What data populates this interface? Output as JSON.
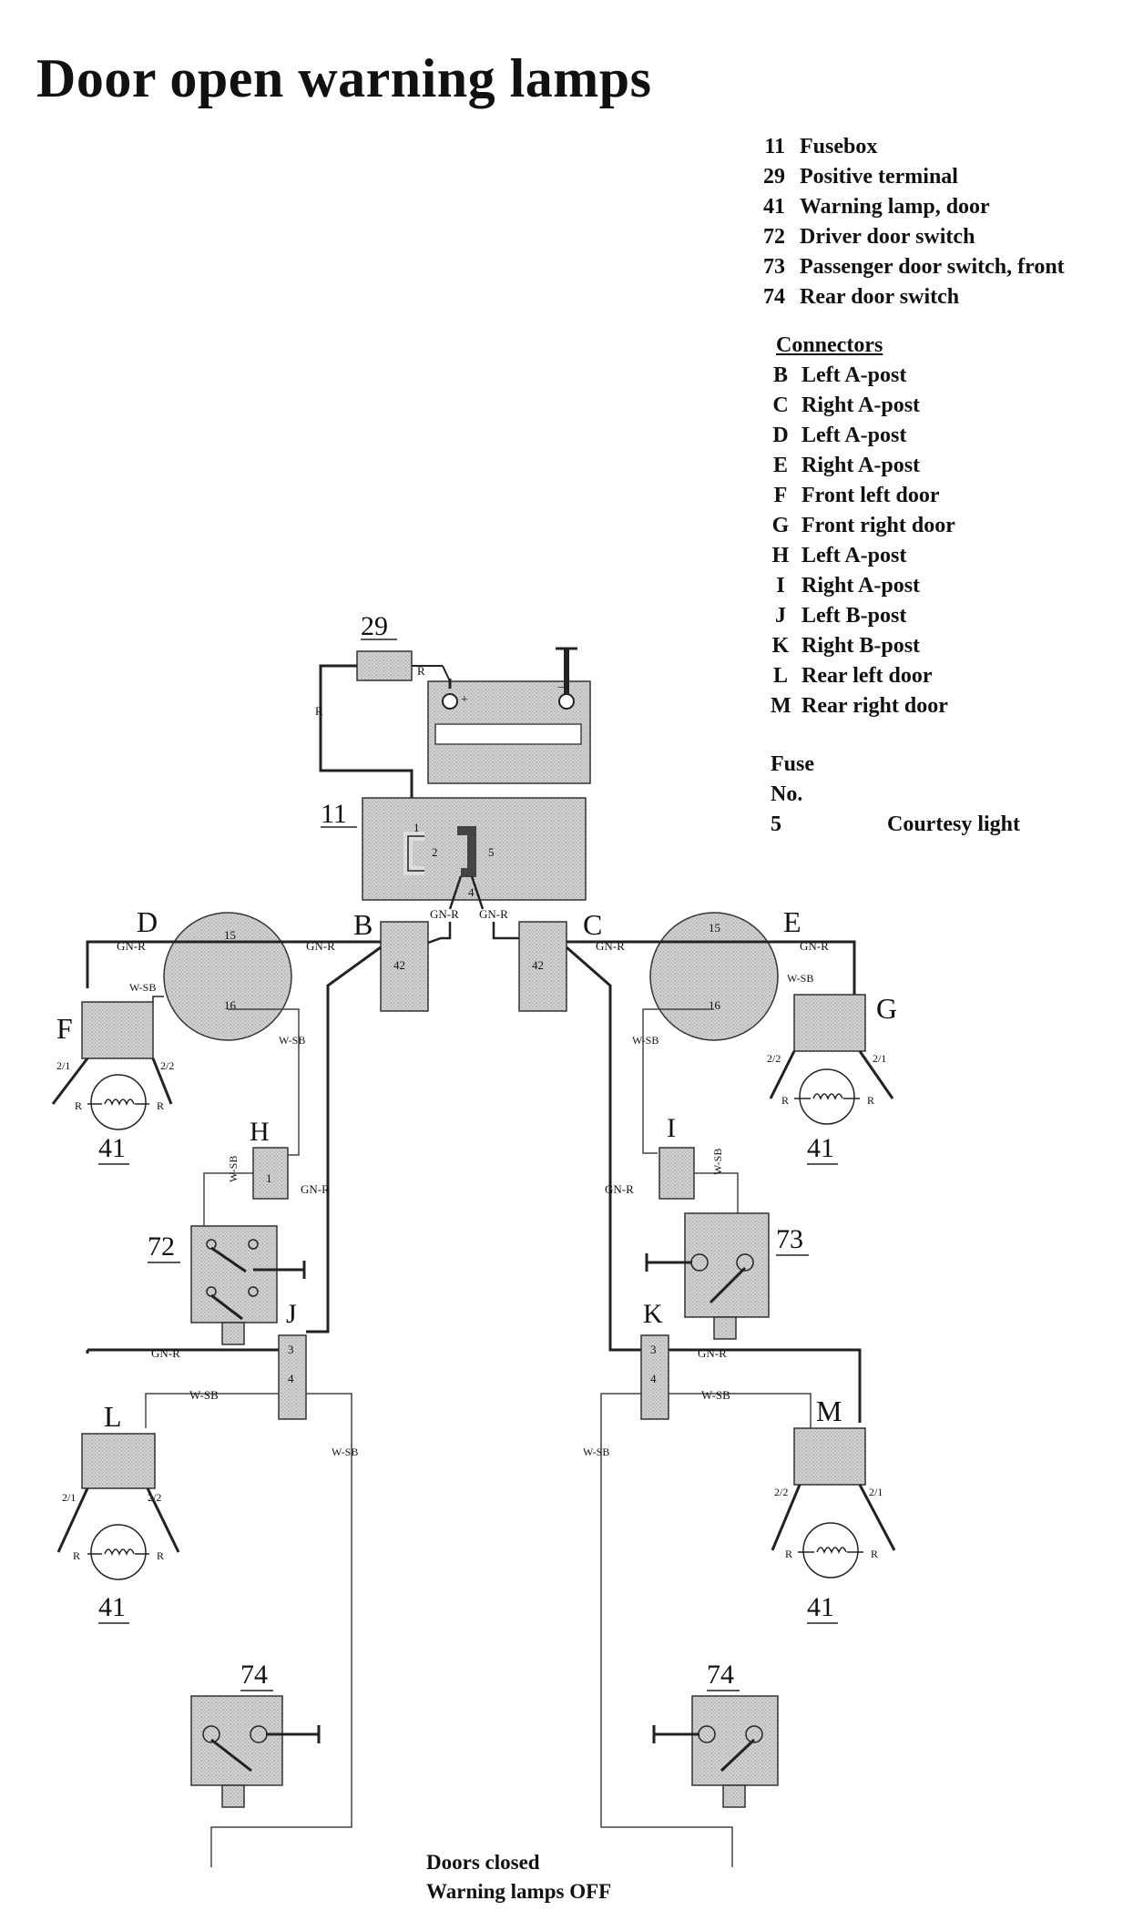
{
  "title": "Door open warning lamps",
  "legend": [
    {
      "num": "11",
      "label": "Fusebox"
    },
    {
      "num": "29",
      "label": "Positive terminal"
    },
    {
      "num": "41",
      "label": "Warning lamp, door"
    },
    {
      "num": "72",
      "label": "Driver door switch"
    },
    {
      "num": "73",
      "label": "Passenger door switch, front"
    },
    {
      "num": "74",
      "label": "Rear door switch"
    }
  ],
  "connectors_heading": "Connectors",
  "connectors": [
    {
      "id": "B",
      "label": "Left A-post"
    },
    {
      "id": "C",
      "label": "Right A-post"
    },
    {
      "id": "D",
      "label": "Left A-post"
    },
    {
      "id": "E",
      "label": "Right A-post"
    },
    {
      "id": "F",
      "label": "Front left door"
    },
    {
      "id": "G",
      "label": "Front right door"
    },
    {
      "id": "H",
      "label": "Left A-post"
    },
    {
      "id": "I",
      "label": "Right A-post"
    },
    {
      "id": "J",
      "label": "Left B-post"
    },
    {
      "id": "K",
      "label": "Right B-post"
    },
    {
      "id": "L",
      "label": "Rear left door"
    },
    {
      "id": "M",
      "label": "Rear right door"
    }
  ],
  "fuse": {
    "heading1": "Fuse",
    "heading2": "No.",
    "number": "5",
    "label": "Courtesy light"
  },
  "diagram": {
    "comp_29": "29",
    "comp_11": "11",
    "comp_41": "41",
    "comp_72": "72",
    "comp_73": "73",
    "comp_74": "74",
    "conn_B": "B",
    "conn_C": "C",
    "conn_D": "D",
    "conn_E": "E",
    "conn_F": "F",
    "conn_G": "G",
    "conn_H": "H",
    "conn_I": "I",
    "conn_J": "J",
    "conn_K": "K",
    "conn_L": "L",
    "conn_M": "M",
    "wire_gnr": "GN-R",
    "wire_wsb": "W-SB",
    "wire_r": "R",
    "pin_1": "1",
    "pin_2": "2",
    "pin_3": "3",
    "pin_4": "4",
    "pin_5": "5",
    "pin_15": "15",
    "pin_16": "16",
    "pin_42": "42",
    "pin_21": "2/1",
    "pin_22": "2/2",
    "batt_plus": "+",
    "batt_minus": "−"
  },
  "footer": {
    "line1": "Doors closed",
    "line2": "Warning lamps OFF"
  }
}
